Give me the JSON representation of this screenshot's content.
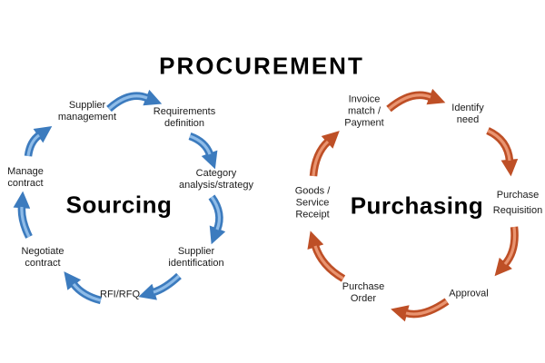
{
  "title": "PROCUREMENT",
  "colors": {
    "sourcing_accent": "#3c7bbe",
    "sourcing_highlight": "#8fbce8",
    "purchasing_accent": "#be4f26",
    "purchasing_highlight": "#e99470",
    "text": "#1a1a1a",
    "background": "#ffffff"
  },
  "sourcing": {
    "title": "Sourcing",
    "steps": [
      {
        "label": "Supplier\nmanagement"
      },
      {
        "label": "Requirements\ndefinition"
      },
      {
        "label": "Category\nanalysis/strategy"
      },
      {
        "label": "Supplier\nidentification"
      },
      {
        "label": "RFI/RFQ"
      },
      {
        "label": "Negotiate\ncontract"
      },
      {
        "label": "Manage\ncontract"
      }
    ]
  },
  "purchasing": {
    "title": "Purchasing",
    "steps": [
      {
        "label": "Identify\nneed"
      },
      {
        "label": "Purchase\nRequisition"
      },
      {
        "label": "Approval"
      },
      {
        "label": "Purchase\nOrder"
      },
      {
        "label": "Goods /\nService\nReceipt"
      },
      {
        "label": "Invoice\nmatch /\nPayment"
      }
    ]
  }
}
